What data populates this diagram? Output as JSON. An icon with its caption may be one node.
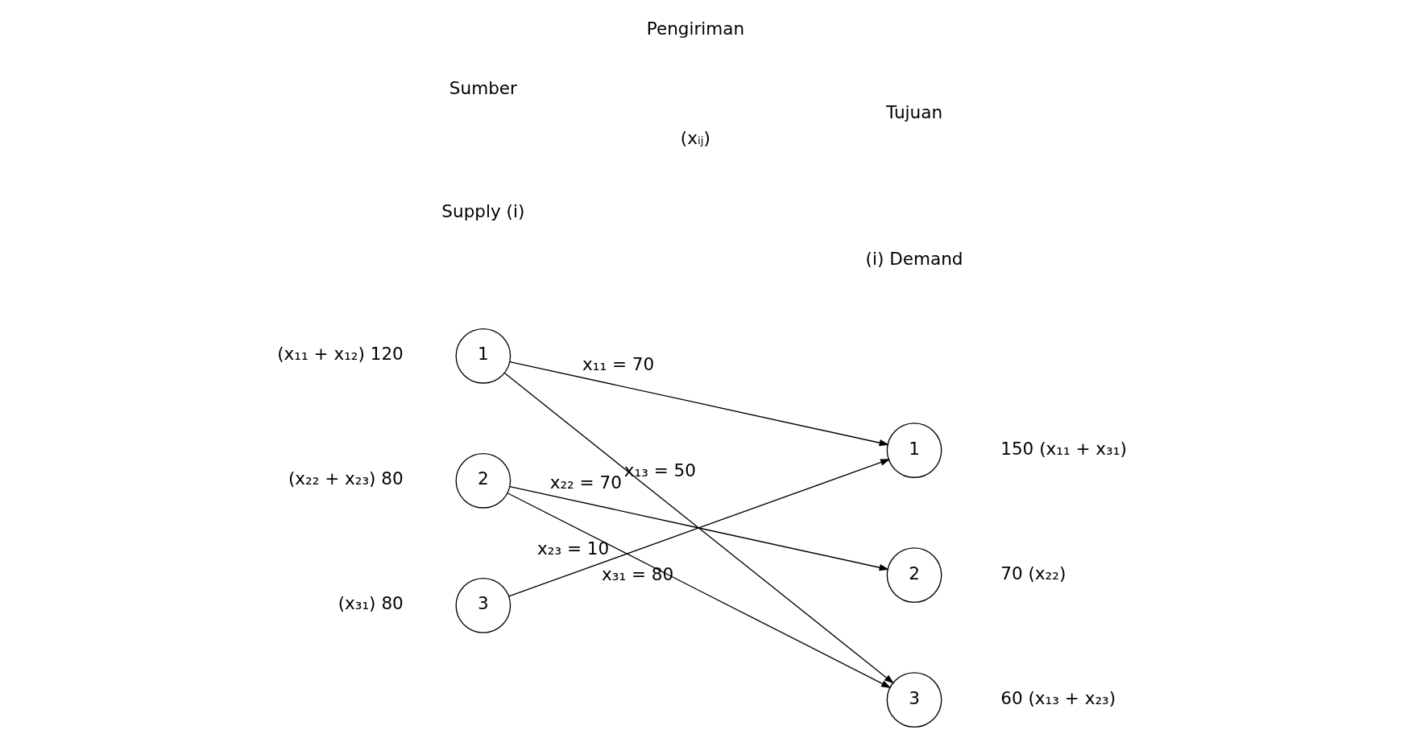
{
  "diagram": {
    "nodes": [
      {
        "text": [
          "1"
        ],
        "beside": [
          "(x₁₁ + x₁₂) 120"
        ]
      },
      {
        "text": [
          "2"
        ],
        "beside": [
          "(x₂₂ + x₂₃) 80"
        ]
      },
      {
        "text": [
          "3"
        ],
        "beside": [
          "(x₃₁) 80"
        ]
      },
      {
        "text": [
          "1"
        ],
        "beside": [
          "150 (x₁₁ + x₃₁)"
        ]
      },
      {
        "text": [
          "2"
        ],
        "beside": [
          "70 (x₂₂)"
        ]
      },
      {
        "text": [
          "3"
        ],
        "beside": [
          "60 (x₁₃ + x₂₃)"
        ]
      }
    ],
    "edges": [
      {
        "from": 0,
        "to": 3,
        "arrow": "to",
        "label": "x₁₁ = 70"
      },
      {
        "from": 0,
        "to": 5,
        "arrow": "to",
        "label": "x₁₃ = 50"
      },
      {
        "from": 1,
        "to": 4,
        "arrow": "to",
        "label": "x₂₂ = 70"
      },
      {
        "from": 1,
        "to": 5,
        "arrow": "to",
        "label": "x₂₃ = 10"
      },
      {
        "from": 2,
        "to": 3,
        "arrow": "to",
        "label": "x₃₁ = 80"
      }
    ],
    "labels": [
      "Sumber",
      "Pengiriman",
      "Tujuan",
      "Supply (i)",
      "(xᵢⱼ)",
      "(i) Demand"
    ]
  }
}
